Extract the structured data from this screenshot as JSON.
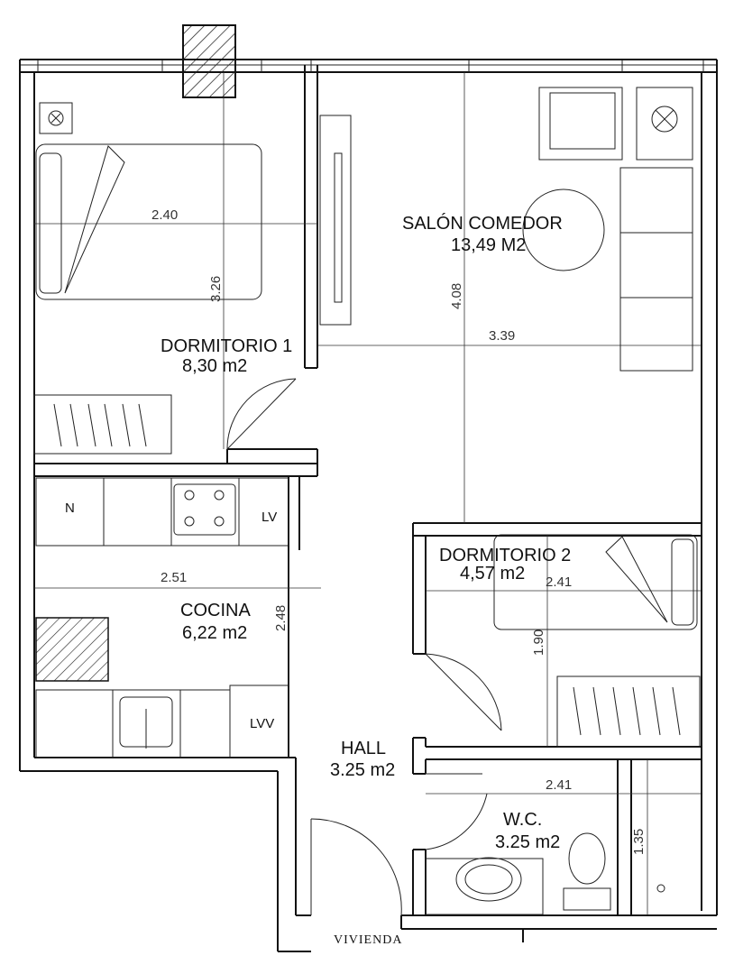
{
  "rooms": {
    "dormitorio1": {
      "name": "DORMITORIO 1",
      "area": "8,30 m2"
    },
    "salon": {
      "name": "SALÓN COMEDOR",
      "area": "13,49 M2"
    },
    "dormitorio2": {
      "name": "DORMITORIO 2",
      "area": "4,57 m2"
    },
    "cocina": {
      "name": "COCINA",
      "area": "6,22 m2"
    },
    "hall": {
      "name": "HALL",
      "area": "3.25 m2"
    },
    "wc": {
      "name": "W.C.",
      "area": "3.25 m2"
    }
  },
  "dimensions": {
    "d1_width": "2.40",
    "d1_depth": "3.26",
    "salon_depth": "4.08",
    "salon_width": "3.39",
    "d2_width": "2.41",
    "d2_depth": "1.90",
    "cocina_width": "2.51",
    "cocina_depth": "2.48",
    "wc_width": "2.41",
    "wc_depth": "1.35"
  },
  "fixtures": {
    "fridge": "N",
    "washer": "LV",
    "dishwasher": "LVV"
  },
  "footer": {
    "caption": "VIVIENDA"
  }
}
